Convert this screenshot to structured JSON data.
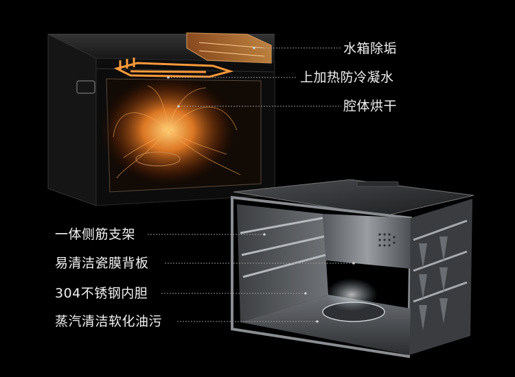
{
  "labels_right": [
    {
      "text": "水箱除垢"
    },
    {
      "text": "上加热防冷凝水"
    },
    {
      "text": "腔体烘干"
    }
  ],
  "labels_left": [
    {
      "text": "一体侧筋支架"
    },
    {
      "text": "易清洁瓷膜背板"
    },
    {
      "text": "304不锈钢内胆"
    },
    {
      "text": "蒸汽清洁软化油污"
    }
  ],
  "colors": {
    "background": "#000000",
    "label_text": "#f2f2f2",
    "leader_line": "#9a9a9a",
    "glow_orange": "#ff8a2a",
    "oven_body": "#1c1c1c",
    "cavity_steel": "#8c8f93"
  }
}
